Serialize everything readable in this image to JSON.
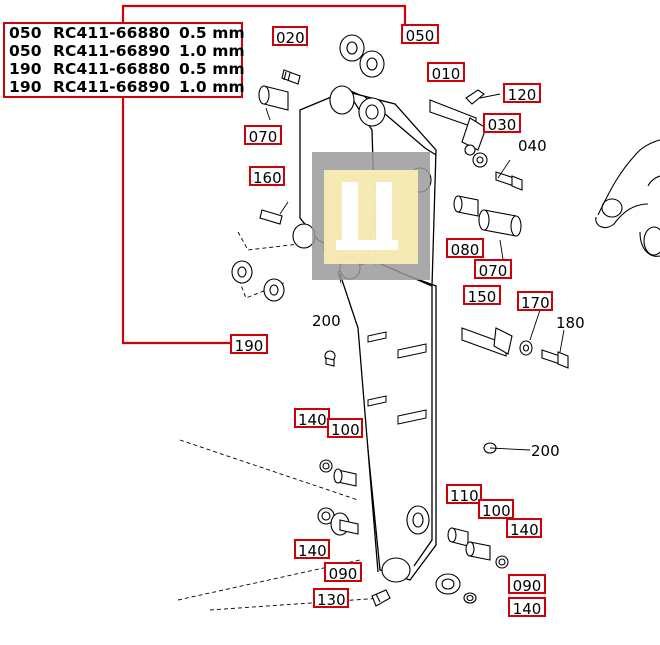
{
  "spec_table": [
    {
      "ref": "050",
      "part_no": "RC411-66880",
      "size": "0.5 mm"
    },
    {
      "ref": "050",
      "part_no": "RC411-66890",
      "size": "1.0 mm"
    },
    {
      "ref": "190",
      "part_no": "RC411-66880",
      "size": "0.5 mm"
    },
    {
      "ref": "190",
      "part_no": "RC411-66890",
      "size": "1.0 mm"
    }
  ],
  "callouts": {
    "c020": "020",
    "c050": "050",
    "c010": "010",
    "c120": "120",
    "c070a": "070",
    "c030": "030",
    "c040": "040",
    "c160": "160",
    "c080": "080",
    "c070b": "070",
    "c150": "150",
    "c170": "170",
    "c180": "180",
    "c190": "190",
    "c200a": "200",
    "c200b": "200",
    "c140a": "140",
    "c100a": "100",
    "c110": "110",
    "c100b": "100",
    "c140b": "140",
    "c140c": "140",
    "c090a": "090",
    "c090b": "090",
    "c130": "130",
    "c140d": "140"
  },
  "colors": {
    "callout_border": "#d0000a",
    "line": "#000000",
    "watermark": "#f5e7a6",
    "watermark_bg": "#9a9a9a"
  },
  "watermark_icon": "logo-watermark"
}
